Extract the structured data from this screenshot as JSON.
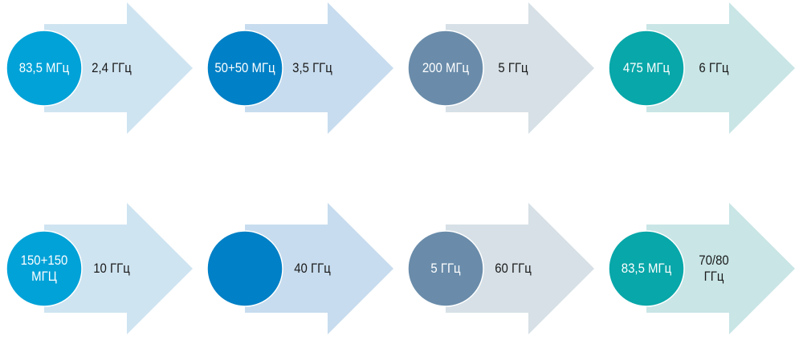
{
  "items": [
    {
      "circle": "83,5 МГц",
      "arrow": "2,4 ГГц",
      "circle_color": "#00a2d8",
      "arrow_color": "#cfe4f1"
    },
    {
      "circle": "50+50 МГц",
      "arrow": "3,5 ГГц",
      "circle_color": "#0080c6",
      "arrow_color": "#c7dcee"
    },
    {
      "circle": "200 МГц",
      "arrow": "5 ГГц",
      "circle_color": "#6a8caa",
      "arrow_color": "#d6e0e6"
    },
    {
      "circle": "475 МГц",
      "arrow": "6 ГГц",
      "circle_color": "#08a7a9",
      "arrow_color": "#c9e5e6"
    },
    {
      "circle": "150+150 МГЦ",
      "arrow": "10 ГГц",
      "circle_color": "#00a2d8",
      "arrow_color": "#cfe4f1"
    },
    {
      "circle": "",
      "arrow": "40 ГГц",
      "circle_color": "#0080c6",
      "arrow_color": "#c7dcee"
    },
    {
      "circle": "5 ГГц",
      "arrow": "60 ГГц",
      "circle_color": "#6a8caa",
      "arrow_color": "#d6e0e6"
    },
    {
      "circle": "83,5 МГц",
      "arrow": "70/80 ГГц",
      "circle_color": "#08a7a9",
      "arrow_color": "#c9e5e6"
    }
  ]
}
